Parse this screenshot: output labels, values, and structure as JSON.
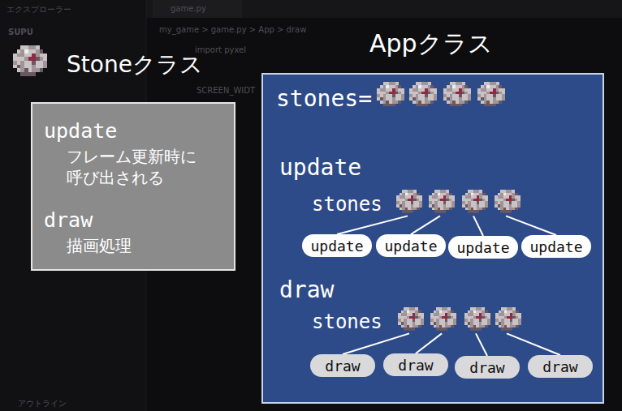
{
  "diagram": {
    "nodes": [
      {
        "text": [
          "Stoneクラス",
          "update",
          "フレーム更新時に 呼び出される",
          "draw",
          "描画処理"
        ]
      },
      {
        "text": [
          "Appクラス",
          "stones=",
          "update",
          "stones",
          "draw",
          "stones"
        ]
      },
      {
        "text": [
          "update"
        ],
        "in": 1
      },
      {
        "text": [
          "update"
        ],
        "in": 1
      },
      {
        "text": [
          "update"
        ],
        "in": 1
      },
      {
        "text": [
          "update"
        ],
        "in": 1
      },
      {
        "text": [
          "draw"
        ],
        "in": 1
      },
      {
        "text": [
          "draw"
        ],
        "in": 1
      },
      {
        "text": [
          "draw"
        ],
        "in": 1
      },
      {
        "text": [
          "draw"
        ],
        "in": 1
      }
    ],
    "labels": [
      "エクスプローラー",
      "SUPU",
      "game.py",
      "my_game > game.py > App > draw",
      "import pyxel",
      "SCREEN_WIDT",
      "アウトライン"
    ]
  }
}
